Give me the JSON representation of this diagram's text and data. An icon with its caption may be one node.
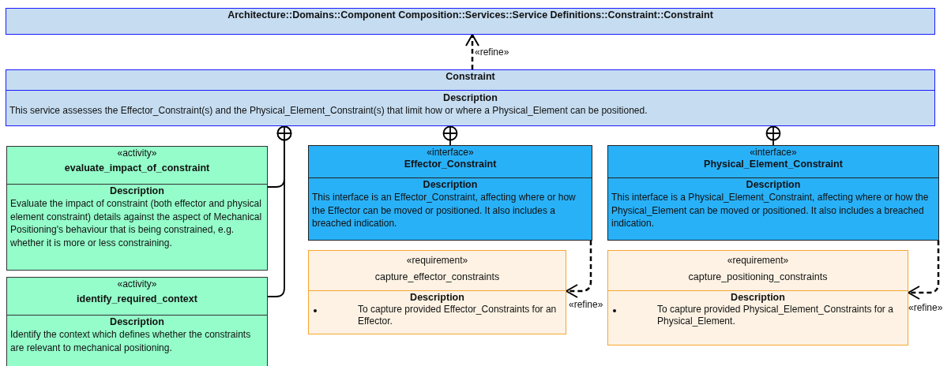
{
  "diagram": {
    "nodes": [
      {
        "text": [
          "Architecture::Domains::Component Composition::Services::Service Definitions::Constraint::Constraint"
        ]
      },
      {
        "text": [
          "Constraint",
          "Description",
          "This service assesses the Effector_Constraint(s) and the Physical_Element_Constraint(s) that limit how or where a Physical_Element can be positioned."
        ]
      },
      {
        "text": [
          "«activity»",
          "evaluate_impact_of_constraint",
          "Description",
          "Evaluate the impact of constraint (both effector and physical element constraint) details against the aspect of Mechanical Positioning's behaviour that is being constrained, e.g. whether it is more or less constraining."
        ]
      },
      {
        "text": [
          "«activity»",
          "identify_required_context",
          "Description",
          "Identify the context which defines whether the constraints are relevant to mechanical positioning."
        ]
      },
      {
        "text": [
          "«interface»",
          "Effector_Constraint",
          "Description",
          "This interface is an Effector_Constraint, affecting where or how the Effector can be moved or positioned. It also includes a breached indication."
        ]
      },
      {
        "text": [
          "«interface»",
          "Physical_Element_Constraint",
          "Description",
          "This interface is a Physical_Element_Constraint, affecting where or how the Physical_Element can be moved or positioned. It also includes a breached indication."
        ]
      },
      {
        "text": [
          "«requirement»",
          "capture_effector_constraints",
          "Description",
          "To capture provided Effector_Constraints for an Effector."
        ]
      },
      {
        "text": [
          "«requirement»",
          "capture_positioning_constraints",
          "Description",
          "To capture provided Physical_Element_Constraints for a Physical_Element."
        ]
      }
    ],
    "edges": [
      {
        "from": 1,
        "to": 0,
        "arrow": "to",
        "style": "dashed",
        "label": "«refine»"
      },
      {
        "from": 2,
        "to": 1,
        "arrow": "other"
      },
      {
        "from": 3,
        "to": 1,
        "arrow": "other"
      },
      {
        "from": 4,
        "to": 1,
        "arrow": "other"
      },
      {
        "from": 5,
        "to": 1,
        "arrow": "other"
      },
      {
        "from": 4,
        "to": 6,
        "arrow": "to",
        "style": "dashed",
        "label": "«refine»"
      },
      {
        "from": 5,
        "to": 7,
        "arrow": "to",
        "style": "dashed",
        "label": "«refine»"
      }
    ]
  }
}
